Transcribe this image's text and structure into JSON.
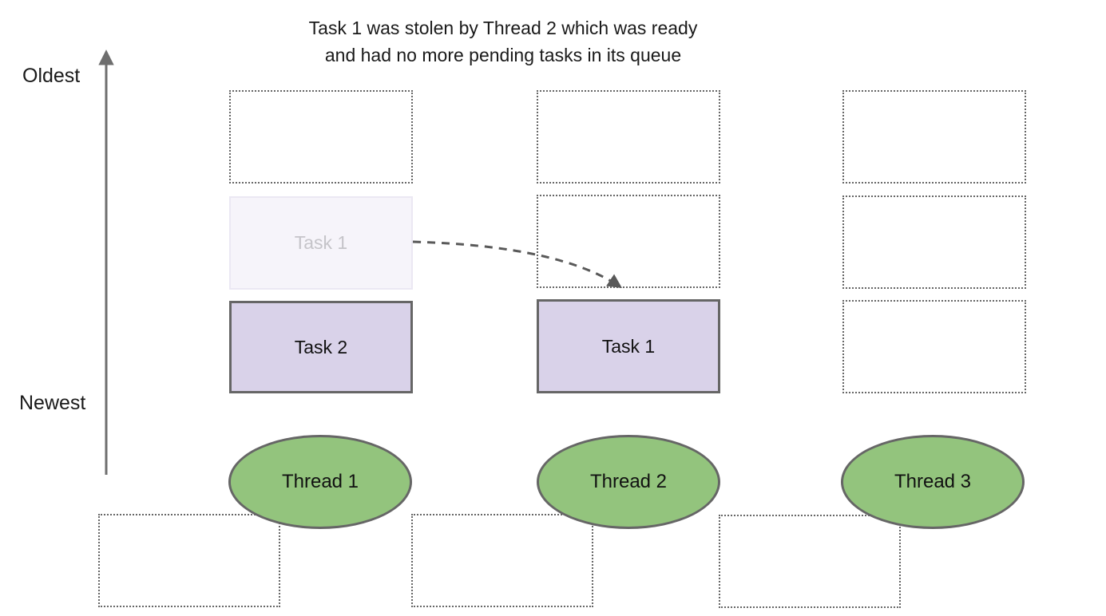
{
  "title": {
    "line1": "Task 1 was stolen by Thread 2 which was ready",
    "line2": "and had no more pending tasks in its queue"
  },
  "axis": {
    "top_label": "Oldest",
    "bottom_label": "Newest"
  },
  "threads": [
    {
      "label": "Thread 1"
    },
    {
      "label": "Thread 2"
    },
    {
      "label": "Thread 3"
    }
  ],
  "tasks": {
    "ghost_stolen_from_thread1": {
      "label": "Task 1"
    },
    "thread1_newest": {
      "label": "Task 2"
    },
    "thread2_stolen": {
      "label": "Task 1"
    }
  },
  "colors": {
    "task_fill": "#d9d2e9",
    "task_border": "#666666",
    "ghost_fill": "#f6f4fa",
    "ghost_border": "#ebe8f3",
    "ghost_text": "#c5c4c9",
    "thread_fill": "#93c47d",
    "thread_border": "#666666",
    "dotted": "#666666",
    "axis_arrow": "#6e6e6e",
    "steal_arrow": "#595959"
  }
}
